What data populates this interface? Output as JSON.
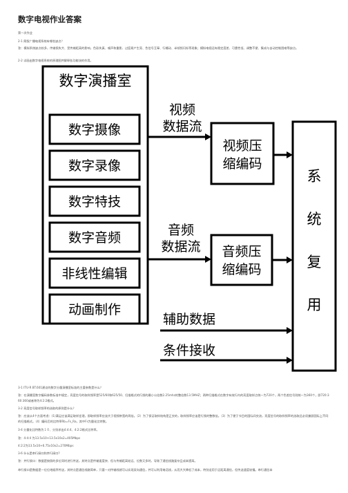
{
  "doc": {
    "title": "数字电视作业答案",
    "p1": "第一次作业",
    "p2": "2-1 简叙广播电视系统有哪些缺点？",
    "p3": "答：模拟系统缺点较多，传输损失大、受传输距离的影响，色彩失真、噪声和重影、过度易产生亮、色信号互窜、行蠕动、半帧频闪烁等现象；模拟电视还有稳定度差、可靠性低、调整不便、集成与自动控制困难等缺点。",
    "p4": "2-2 试画出数字电视系统的原理图并解释各功能块的作用。",
    "p5": "3-1 ITU-R BT.601建议的数字分量演播室标准的主要参数是什么？",
    "p6": "答：在演播室数字编码参数标准中规定，亮度信号的取样频率是525/60和625/50、扫描格式的行频的最小公倍数2.25mhz的整倍数13.5MHZ；两种扫描格式在数字有效行内的亮度取样点统一为720个，两个色差信号则统一为360个，即720:360:360或者称为4:2:2格式。",
    "p7": "3-2 亮度信号取样频率的选取的原则是什么？",
    "p8": "答：应该从4个方面考虑：(1)满足应该满足取样定理，即取样频率应该大于视频带宽的两倍。（2）为了保证取样结构是正交的，取样频率应该是行频的整数倍。（3）为了便于节目的国际间交流，亮度信号的取样频率的选取还必须兼顾国际上不同的扫描格式。（4）编码后的比特率Rb=Fs_Ra，其中Fs为量化比特数。",
    "p9": "3-4 分量化比特数为１０、分别求出4:4:4、4:2:2格式比特率。",
    "p10": "答：4:4:4 为13.5x10+13.5x10x2=405Mbps",
    "p11": "4:2:2为13.5x10+6.75x10x2=270Mbps",
    "p12": "3-6 什么是串行接口和并行接口?",
    "p13": "答：并行接口：数据是按照的多位同时进行传送，其特点是传输速度快、但与传输距离较远、位数又多时，导致了通信线路复杂且成本提高。",
    "p14": "串行接口是数据是一位位地顺序传送，其特点是通信线路简单，只要一对传输线就可以实现双向通信，并可以利用电话线，从而大大降低了成本，特别适用于远距离通信，但传送速度较慢。串行通信本"
  },
  "diagram": {
    "studio_title": "数字演播室",
    "modules": [
      "数字摄像",
      "数字录像",
      "数字特技",
      "数字音频",
      "非线性编辑",
      "动画制作"
    ],
    "video_stream_label": [
      "视频",
      "数据流"
    ],
    "audio_stream_label": [
      "音频",
      "数据流"
    ],
    "video_encoder": [
      "视频压",
      "缩编码"
    ],
    "audio_encoder": [
      "音频压",
      "缩编码"
    ],
    "aux_data": "辅助数据",
    "conditional_access": "条件接收",
    "mux": [
      "系",
      "统",
      "复",
      "用"
    ]
  }
}
